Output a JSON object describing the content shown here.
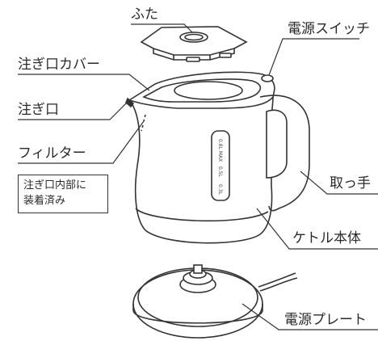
{
  "labels": {
    "lid": "ふた",
    "power_switch": "電源スイッチ",
    "spout_cover": "注ぎ口カバー",
    "spout": "注ぎ口",
    "filter": "フィルター",
    "handle": "取っ手",
    "kettle_body": "ケトル本体",
    "power_plate": "電源プレート"
  },
  "note": {
    "line1": "注ぎ口内部に",
    "line2": "装着済み"
  },
  "gauge": {
    "max": "0.8L MAX",
    "mid": "0.5L",
    "low": "0.3L"
  }
}
